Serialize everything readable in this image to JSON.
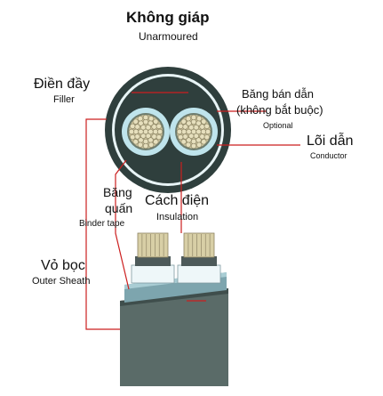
{
  "title": {
    "vi": "Không giáp",
    "en": "Unarmoured"
  },
  "labels": {
    "filler": {
      "vi": "Điền đầy",
      "en": "Filler"
    },
    "semiconductive_tape": {
      "vi_line1": "Băng bán dẫn",
      "vi_line2": "(không bắt buộc)",
      "en": "Optional"
    },
    "conductor": {
      "vi": "Lõi dẫn",
      "en": "Conductor"
    },
    "binder_tape": {
      "vi_line1": "Băng",
      "vi_line2": "quấn",
      "en": "Binder tape"
    },
    "insulation": {
      "vi": "Cách điện",
      "en": "Insulation"
    },
    "outer_sheath": {
      "vi": "Vỏ bọc",
      "en": "Outer Sheath"
    }
  },
  "colors": {
    "leader_line": "#cc1f1f",
    "outer_sheath": "#5a6b68",
    "insulation": "#bfe4ec",
    "conductor": "#c9c09a"
  }
}
